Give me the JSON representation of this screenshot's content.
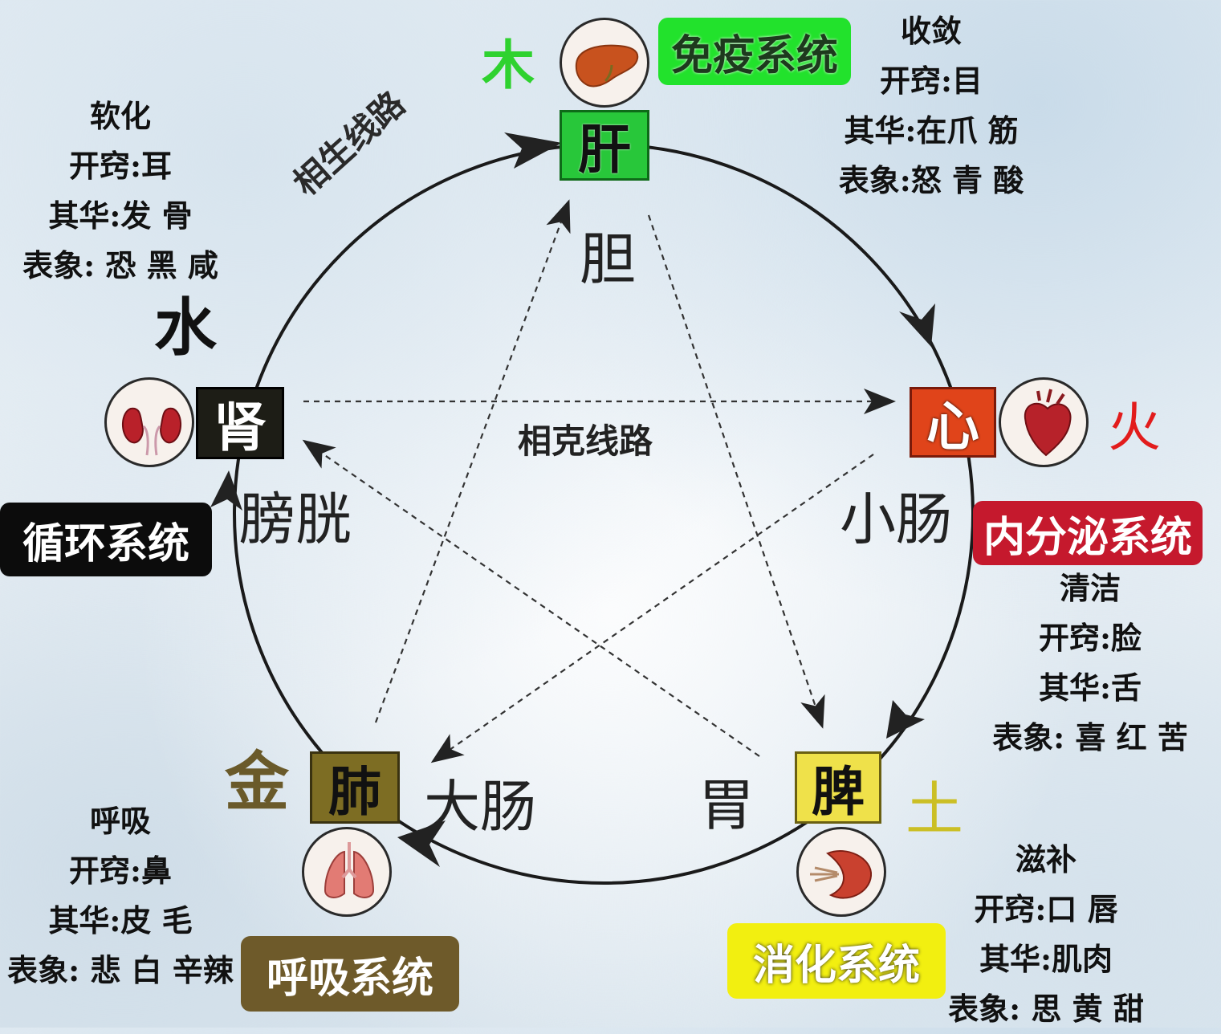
{
  "routes": {
    "sheng": "相生线路",
    "ke": "相克线路"
  },
  "nodes": {
    "wood": {
      "element": "木",
      "organ": "肝",
      "fu": "胆",
      "system": "免疫系统",
      "lines": [
        "收敛",
        "开窍:目",
        "其华:在爪 筋",
        "表象:怒 青 酸"
      ],
      "element_color": "#2fd22f",
      "box_color": "#28c73a",
      "system_color": "#22e22c"
    },
    "fire": {
      "element": "火",
      "organ": "心",
      "fu": "小肠",
      "system": "内分泌系统",
      "lines": [
        "清洁",
        "开窍:脸",
        "其华:舌",
        "表象: 喜 红 苦"
      ],
      "element_color": "#e21c1c",
      "box_color": "#e0441a",
      "system_color": "#c5192d"
    },
    "earth": {
      "element": "土",
      "organ": "脾",
      "fu": "胃",
      "system": "消化系统",
      "lines": [
        "滋补",
        "开窍:口 唇",
        "其华:肌肉",
        "表象: 思 黄 甜"
      ],
      "element_color": "#cbbf25",
      "box_color": "#efe14a",
      "system_color": "#f2ef10"
    },
    "metal": {
      "element": "金",
      "organ": "肺",
      "fu": "大肠",
      "system": "呼吸系统",
      "lines": [
        "呼吸",
        "开窍:鼻",
        "其华:皮 毛",
        "表象: 悲 白 辛辣"
      ],
      "element_color": "#6a5a2a",
      "box_color": "#7d6d23",
      "system_color": "#6e5a2a"
    },
    "water": {
      "element": "水",
      "organ": "肾",
      "fu": "膀胱",
      "system": "循环系统",
      "lines": [
        "软化",
        "开窍:耳",
        "其华:发 骨",
        "表象: 恐 黑  咸"
      ],
      "element_color": "#111111",
      "box_color": "#1d1d16",
      "system_color": "#0c0c0c"
    }
  },
  "icons": {
    "wood": "liver-icon",
    "fire": "heart-icon",
    "earth": "spleen-icon",
    "metal": "lungs-icon",
    "water": "kidneys-icon"
  }
}
